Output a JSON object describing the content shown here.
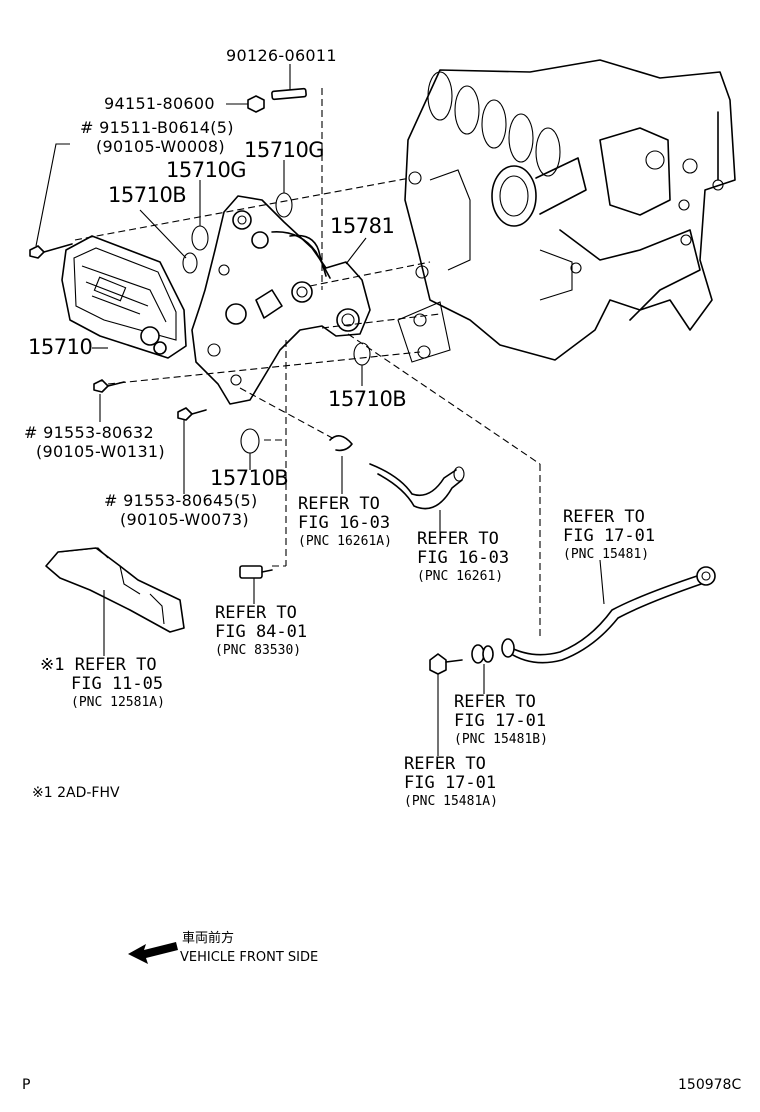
{
  "diagram": {
    "part_numbers": {
      "bolt_top": "90126-06011",
      "nut_top": "94151-80600",
      "bolt_left_a": "# 91511-B0614(5)",
      "bolt_left_a_alt": "(90105-W0008)",
      "gasket_g_right": "15710G",
      "gasket_g_left": "15710G",
      "gasket_b_upper": "15710B",
      "pipe_15781": "15781",
      "cooler_15710": "15710",
      "gasket_b_right": "15710B",
      "bolt_left_b": "# 91553-80632",
      "bolt_left_b_alt": "(90105-W0131)",
      "gasket_b_lower": "15710B",
      "bolt_left_c": "# 91553-80645(5)",
      "bolt_left_c_alt": "(90105-W0073)"
    },
    "references": [
      {
        "line1": "REFER TO",
        "line2": "FIG 16-03",
        "line3": "(PNC 16261A)"
      },
      {
        "line1": "REFER TO",
        "line2": "FIG 16-03",
        "line3": "(PNC 16261)"
      },
      {
        "line1": "REFER TO",
        "line2": "FIG 17-01",
        "line3": "(PNC 15481)"
      },
      {
        "line1": "REFER TO",
        "line2": "FIG 84-01",
        "line3": "(PNC 83530)"
      },
      {
        "line1": "※1 REFER TO",
        "line2": "FIG 11-05",
        "line3": "(PNC 12581A)"
      },
      {
        "line1": "REFER TO",
        "line2": "FIG 17-01",
        "line3": "(PNC 15481B)"
      },
      {
        "line1": "REFER TO",
        "line2": "FIG 17-01",
        "line3": "(PNC 15481A)"
      }
    ],
    "footnote": "※1 2AD-FHV",
    "direction": {
      "japanese": "車両前方",
      "english": "VEHICLE FRONT SIDE"
    },
    "corner_left": "P",
    "corner_right": "150978C"
  }
}
